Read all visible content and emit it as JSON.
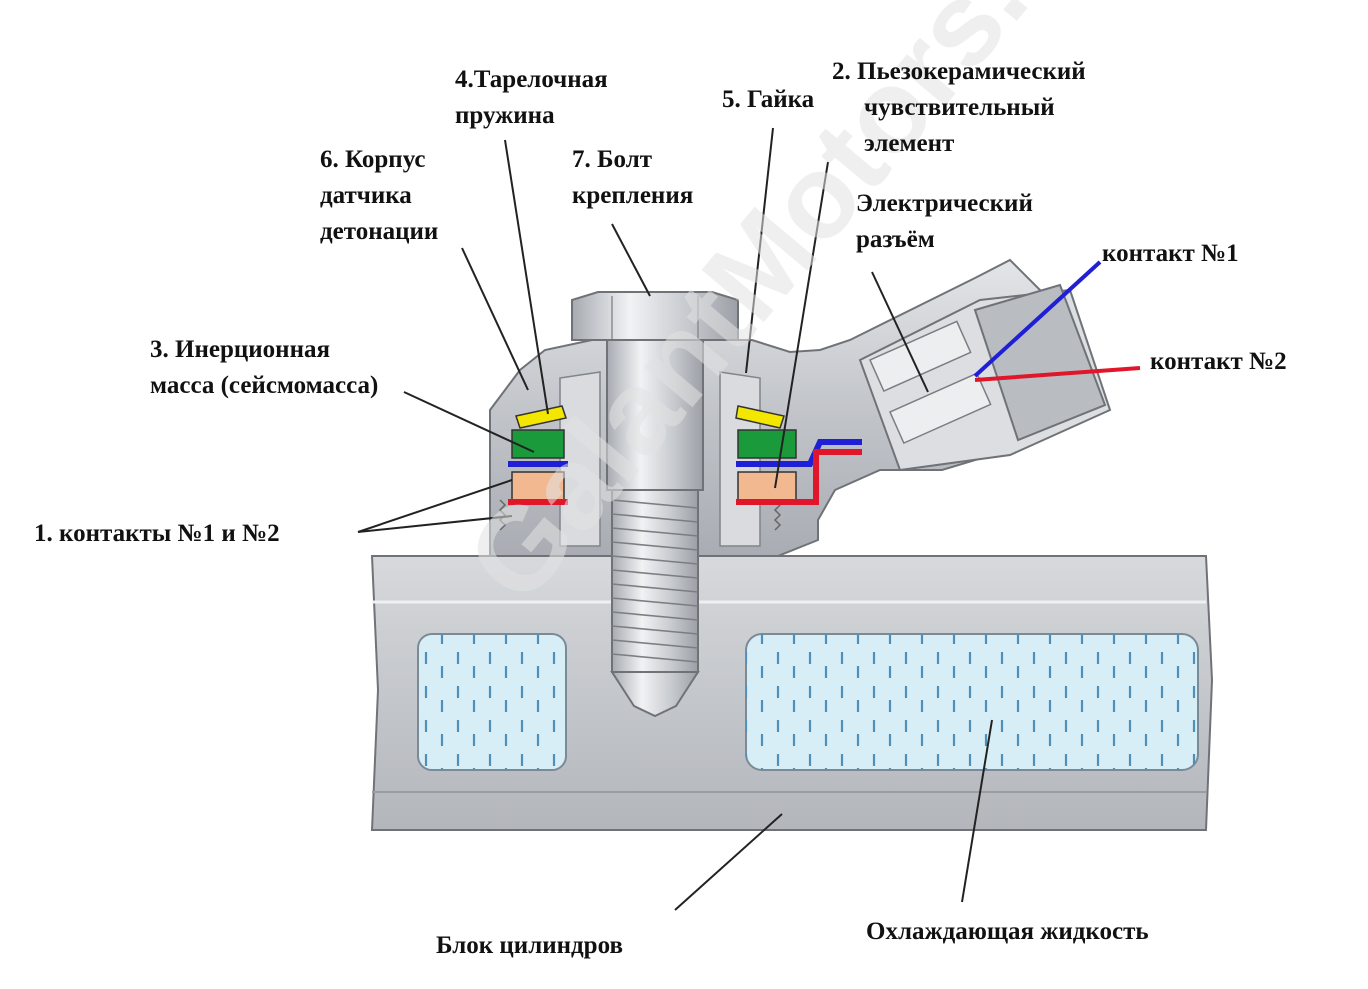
{
  "labels": {
    "spring": [
      "4.Тарелочная",
      "пружина"
    ],
    "nut": "5. Гайка",
    "piezo": [
      "2. Пьезокерамический",
      "чувствительный",
      "элемент"
    ],
    "housing": [
      "6. Корпус",
      "датчика",
      "детонации"
    ],
    "bolt": [
      "7. Болт",
      "крепления"
    ],
    "connector": [
      "Электрический",
      "разъём"
    ],
    "contact1": "контакт №1",
    "contact2": "контакт №2",
    "mass": [
      "3. Инерционная",
      "масса (сейсмомасса)"
    ],
    "contacts": "1. контакты №1 и №2",
    "block": "Блок цилиндров",
    "coolant": "Охлаждающая жидкость"
  },
  "watermark": "GalantMotors.ru",
  "colors": {
    "metal": "#c9ccd1",
    "metal_dark": "#8e9399",
    "coolant": "#d8eef6",
    "coolant_dash": "#4f8fb8",
    "spring": "#f3e600",
    "mass": "#1a9a3a",
    "piezo": "#f2b890",
    "contact1": "#1f1fd6",
    "contact2": "#e0162b"
  }
}
